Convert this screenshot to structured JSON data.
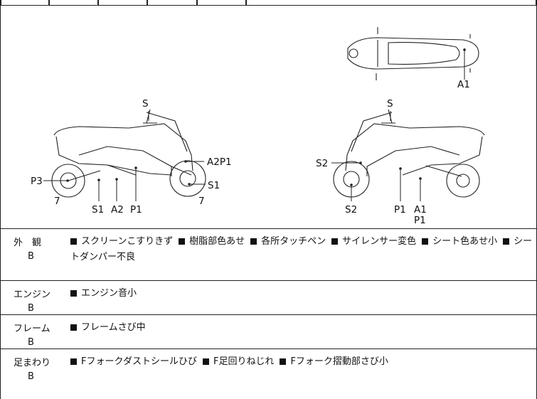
{
  "diagram": {
    "top_view_labels": {
      "a1": "A1"
    },
    "left_view_labels": {
      "s_top": "S",
      "a2p1": "A2P1",
      "p3": "P3",
      "s1_right": "S1",
      "seven_left": "7",
      "s1_bottom": "S1",
      "a2_bottom": "A2",
      "p1_bottom": "P1",
      "seven_right": "7"
    },
    "right_view_labels": {
      "s_top": "S",
      "s2_left": "S2",
      "s2_bottom": "S2",
      "p1_bottom": "P1",
      "a1_bottom": "A1",
      "p1_below": "P1"
    }
  },
  "sections": [
    {
      "name": "外　観",
      "grade": "B",
      "items": [
        "スクリーンこすりきず",
        "樹脂部色あせ",
        "各所タッチペン",
        "サイレンサー変色",
        "シート色あせ小",
        "シートダンパー不良"
      ]
    },
    {
      "name": "エンジン",
      "grade": "B",
      "items": [
        "エンジン音小"
      ]
    },
    {
      "name": "フレーム",
      "grade": "B",
      "items": [
        "フレームさび中"
      ]
    },
    {
      "name": "足まわり",
      "grade": "B",
      "items": [
        "Fフォークダストシールひび",
        "F足回りねじれ",
        "Fフォーク摺動部さび小"
      ]
    }
  ]
}
